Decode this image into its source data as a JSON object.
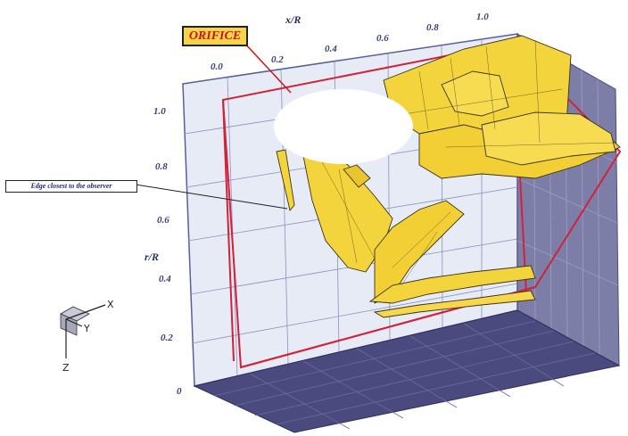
{
  "labels": {
    "orifice": "ORIFICE",
    "edge_note": "Edge closest to the observer"
  },
  "axes": {
    "x_title": "x/R",
    "x_ticks": [
      "0.0",
      "0.2",
      "0.4",
      "0.6",
      "0.8",
      "1.0"
    ],
    "r_title": "r/R",
    "r_ticks": [
      "1.0",
      "0.8",
      "0.6",
      "0.4",
      "0.2",
      "0"
    ]
  },
  "triad": {
    "x": "X",
    "y": "Y",
    "z": "Z"
  },
  "colors": {
    "surface": "#f4d43c",
    "outline": "#d2223a",
    "back_wall": "#e7ebf5",
    "floor": "#4b4a7e",
    "side_wall": "#7c7ea8",
    "grid": "#5a5f9a"
  }
}
